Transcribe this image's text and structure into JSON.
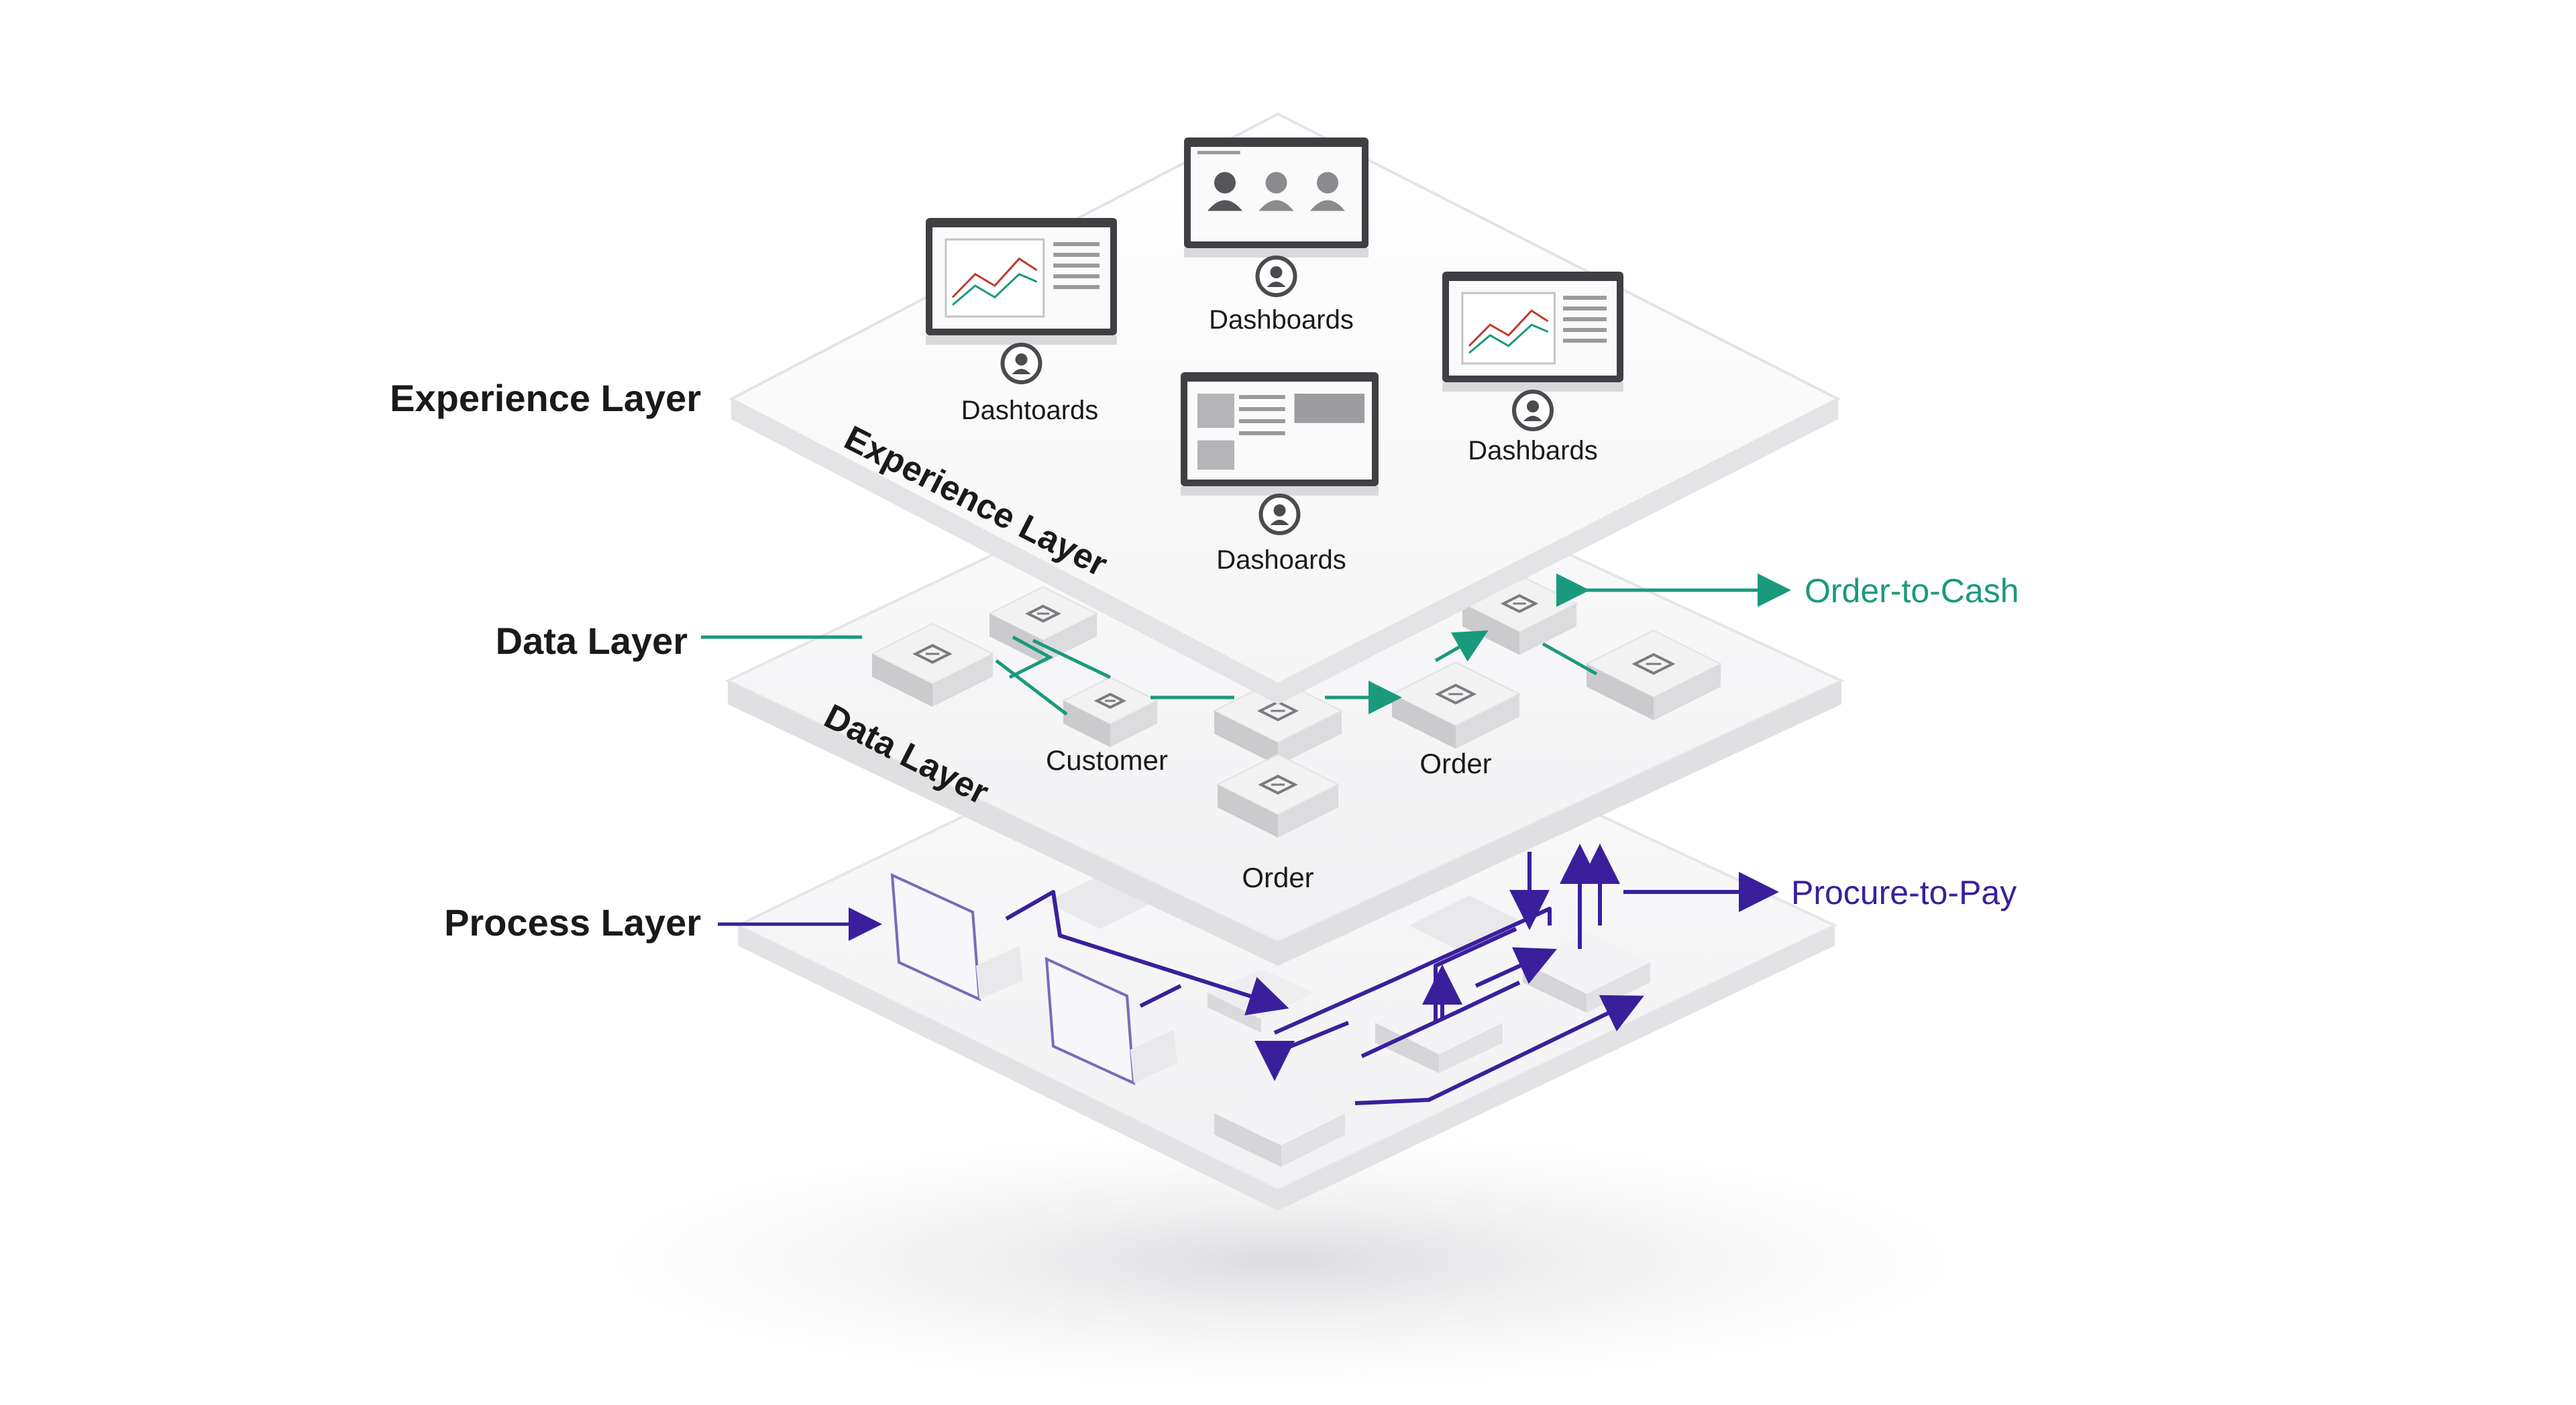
{
  "layers": {
    "experience": "Experience Layer",
    "data": "Data Layer",
    "process": "Process Layer"
  },
  "plate_labels": {
    "experience": "Experience Layer",
    "data": "Data Layer"
  },
  "experience_cards": [
    {
      "label": "Dashtoards",
      "icon": "line-chart-icon"
    },
    {
      "label": "Dashboards",
      "icon": "users-icon"
    },
    {
      "label": "Dashbards",
      "icon": "chart-report-icon"
    },
    {
      "label": "Dashoards",
      "icon": "document-dashboard-icon"
    }
  ],
  "data_entities": {
    "customer": "Customer",
    "order_center": "Order",
    "order_lower": "Order"
  },
  "flows": {
    "order_to_cash": "Order-to-Cash",
    "procure_to_pay": "Procure-to-Pay"
  },
  "colors": {
    "teal": "#1a9a7d",
    "purple": "#3a1f9c",
    "text": "#1a1a1a",
    "plate": "#f7f7f8",
    "plate_edge": "#e1e1e4",
    "block": "#f0f0f1",
    "block_side": "#cfcfd2"
  }
}
